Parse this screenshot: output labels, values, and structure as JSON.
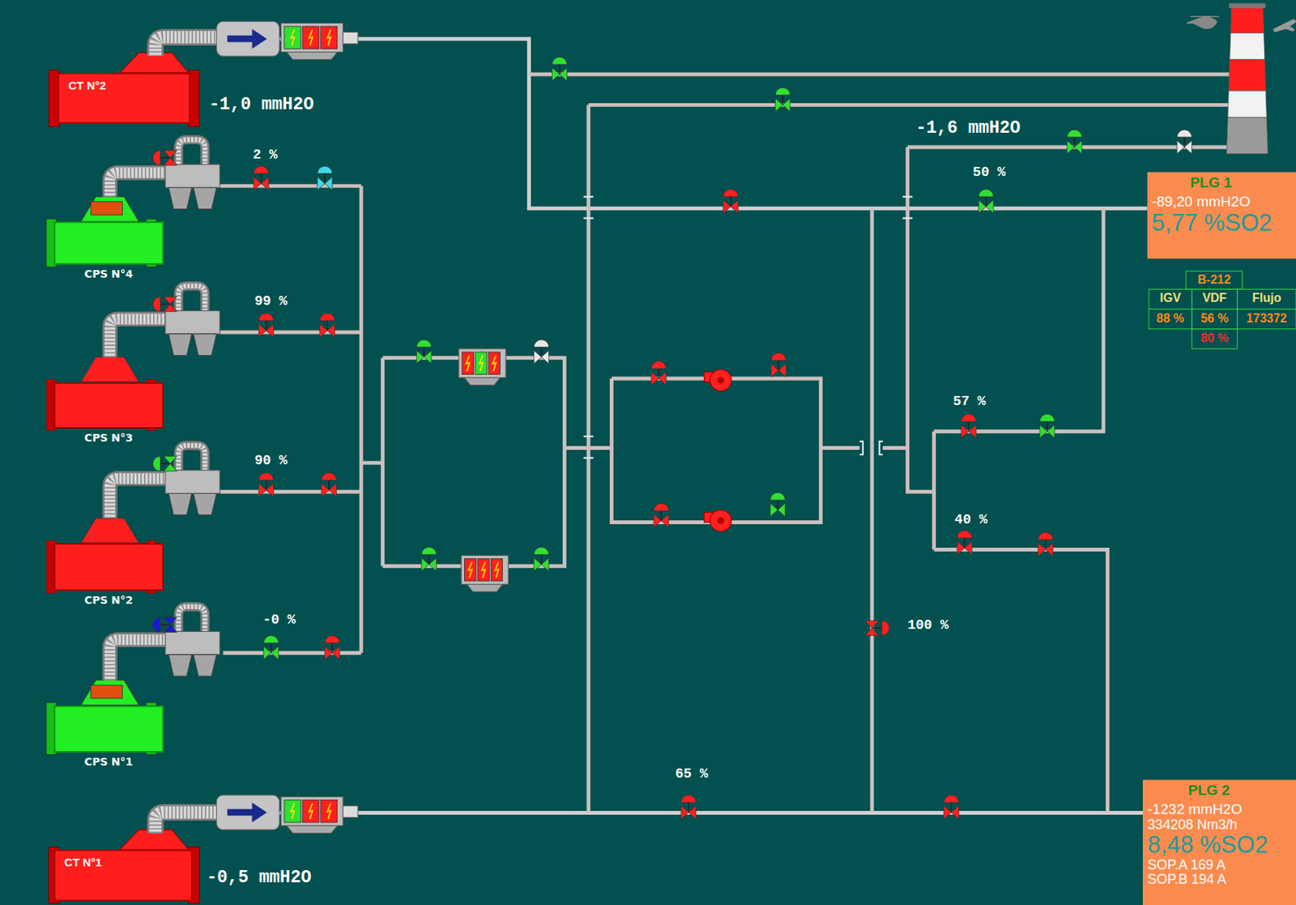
{
  "diagram": {
    "nodes": [
      {
        "text": [
          "CT N°2"
        ]
      },
      {
        "text": [
          "CPS N°4"
        ]
      },
      {
        "text": [
          "CPS N°3"
        ]
      },
      {
        "text": [
          "CPS N°2"
        ]
      },
      {
        "text": [
          "CPS N°1"
        ]
      },
      {
        "text": [
          "CT N°1"
        ]
      },
      {
        "text": [
          "PLG 1",
          "-89,20 mmH2O",
          "5,77 %SO2"
        ]
      },
      {
        "text": [
          "PLG 2",
          "-1232 mmH2O",
          "334208 Nm3/h",
          "8,48 %SO2",
          "SOP.A 169 A",
          "SOP.B 194 A"
        ]
      }
    ],
    "edges": [
      {
        "from": 0,
        "to": 6,
        "arrow": "none"
      },
      {
        "from": 5,
        "to": 7,
        "arrow": "none"
      }
    ],
    "labels": [
      "-1,0 mmH2O",
      "2 %",
      "99 %",
      "90 %",
      "-0 %",
      "-1,6 mmH2O",
      "50 %",
      "B-212",
      "IGV",
      "VDF",
      "Flujo",
      "88 %",
      "56 %",
      "173372",
      "80 %",
      "57 %",
      "40 %",
      "100 %",
      "65 %",
      "-0,5 mmH2O"
    ]
  }
}
